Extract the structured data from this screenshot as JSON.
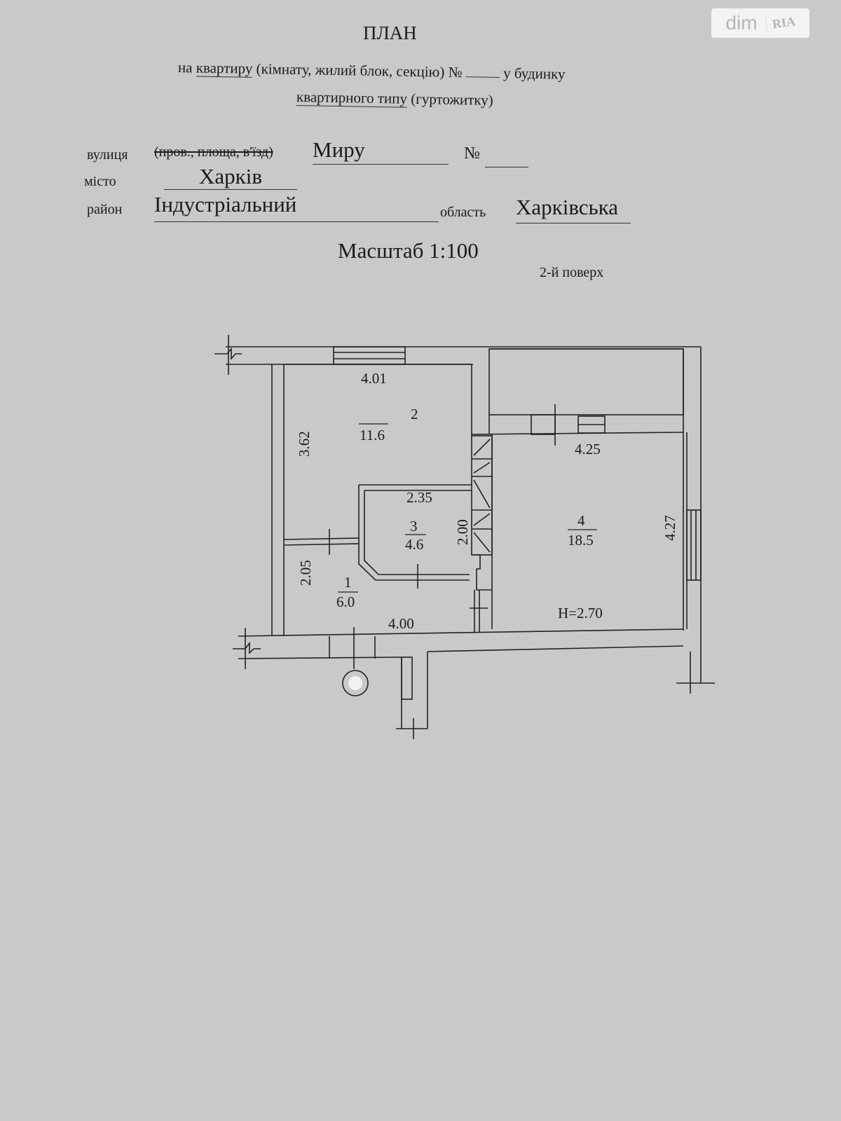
{
  "watermark": {
    "brand": "dim",
    "sub": "RIA"
  },
  "title": "ПЛАН",
  "subtitle": {
    "line1_prefix": "на",
    "line1_underlined": "квартиру",
    "line1_rest": "(кімнату, жилий блок, секцію) №",
    "line1_suffix": "у будинку",
    "line2_underlined": "квартирного типу",
    "line2_rest": "(гуртожитку)"
  },
  "address": {
    "street_label": "вулиця",
    "street_struck": "(пров., площа, в'їзд)",
    "street_value": "Миру",
    "number_label": "№",
    "city_label": "місто",
    "city_value": "Харків",
    "district_label": "район",
    "district_value": "Індустріальний",
    "region_label": "область",
    "region_value": "Харківська"
  },
  "scale": "Масштаб 1:100",
  "floor": "2-й поверх",
  "plan": {
    "rooms": [
      {
        "number": "1",
        "area": "6.0"
      },
      {
        "number": "2",
        "area": "11.6"
      },
      {
        "number": "3",
        "area": "4.6"
      },
      {
        "number": "4",
        "area": "18.5"
      }
    ],
    "dimensions": {
      "room2_width": "4.01",
      "room2_length": "3.62",
      "room3_width": "2.35",
      "room3_length": "2.00",
      "room1_length": "2.05",
      "room1_width": "4.00",
      "room4_width": "4.25",
      "room4_length": "4.27"
    },
    "ceiling_height": "H=2.70"
  }
}
